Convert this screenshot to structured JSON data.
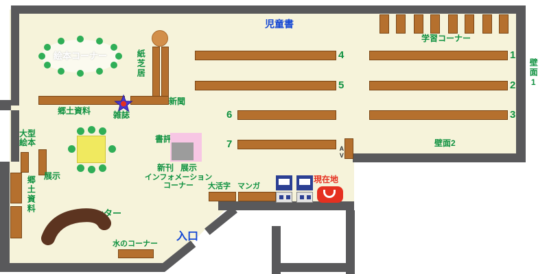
{
  "colors": {
    "floor": "#f6f3da",
    "wall": "#59595b",
    "shelf": "#b5702e",
    "label_green": "#0f9140",
    "label_blue": "#1447d4",
    "label_red": "#e53020",
    "table_yellow": "#f0e95f",
    "chair_green": "#2fae57",
    "counter_brown": "#5c3420",
    "exhibit_pink": "#f7c6e4",
    "machine_navy": "#2b3f93",
    "star_blue": "#4737d0"
  },
  "areas": {
    "children_books": "児童書",
    "study_corner": "学習コーナー",
    "picture_book_corner": "絵本コーナー",
    "kamishibai": "紙芝居",
    "newspaper": "新聞",
    "local_materials_top": "郷土資料",
    "magazines": "雑誌",
    "large_picture_books": "大型絵本",
    "exhibit_left": "展示",
    "local_materials_left": "郷土資料",
    "book_reviews": "書評",
    "new_books": "新刊",
    "exhibit_center": "展示",
    "information_line1": "インフォメーション",
    "information_line2": "コーナー",
    "large_print": "大活字",
    "manga": "マンガ",
    "current_location": "現在地",
    "counter": "カウンター",
    "water_corner": "水のコーナー",
    "entrance": "入口",
    "wall_1": "壁面1",
    "wall_2": "壁面2",
    "av": "AV"
  },
  "shelf_numbers": [
    "1",
    "2",
    "3",
    "4",
    "5",
    "6",
    "7"
  ]
}
